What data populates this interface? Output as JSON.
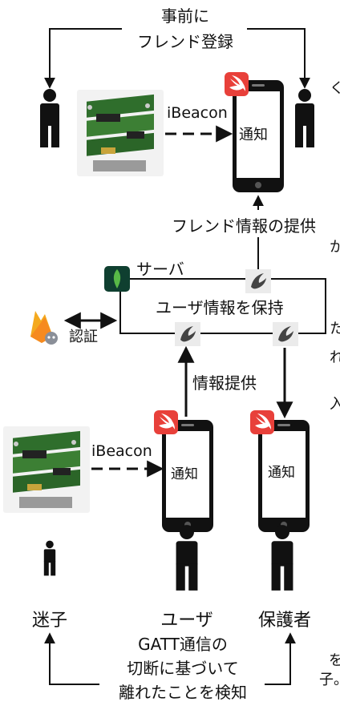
{
  "labels": {
    "register_line1": "事前に",
    "register_line2": "フレンド登録",
    "ibeacon_top": "iBeacon",
    "notify_top": "通知",
    "friend_info_provide": "フレンド情報の提供",
    "server": "サーバ",
    "user_info_store": "ユーザ情報を保持",
    "auth": "認証",
    "info_provide": "情報提供",
    "ibeacon_bottom": "iBeacon",
    "notify_user": "通知",
    "notify_guardian": "通知",
    "lost_child": "迷子",
    "user": "ユーザ",
    "guardian": "保護者",
    "gatt_line1": "GATT通信の",
    "gatt_line2": "切断に基づいて",
    "gatt_line3": "離れたことを検知",
    "edge_right_1": "く",
    "edge_right_2": "か",
    "edge_right_3": "た",
    "edge_right_4": "れ",
    "edge_right_5": "入",
    "edge_right_6": "を",
    "edge_right_7": "子。"
  },
  "icons": [
    "swift-icon",
    "firebase-icon",
    "mongodb-icon",
    "falcon-icon",
    "person-icon",
    "beacon-board-icon",
    "smartphone-icon"
  ],
  "colors": {
    "swift": "#e8403a",
    "firebase": "#f4a91e",
    "mongodb": "#0f3f30",
    "line": "#111111",
    "falcon_node": "#ebebeb"
  }
}
